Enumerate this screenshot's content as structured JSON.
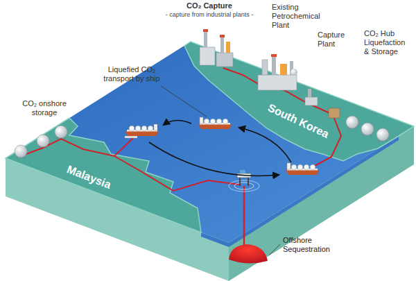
{
  "diagram": {
    "labels": [
      "CO₂ Capture",
      "- capture from industrial plants -",
      "Existing Petrochemical Plant",
      "Capture Plant",
      "CO₂ Hub Liquefaction & Storage",
      "Liquefied CO₂ transport by ship",
      "South Korea",
      "CO₂ onshore storage",
      "Malaysia",
      "Offshore Sequestration"
    ]
  }
}
